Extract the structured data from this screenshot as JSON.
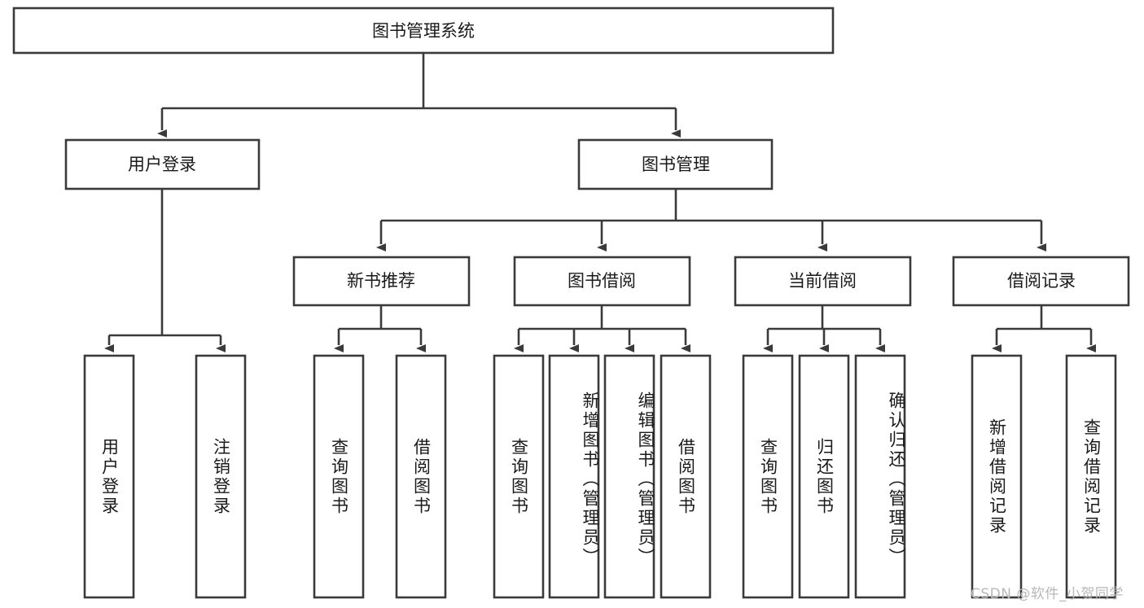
{
  "diagram": {
    "type": "tree-hierarchy",
    "title": "图书管理系统",
    "orientation": "top-down",
    "background_color": "#ffffff",
    "line_color": "#3a3a3a",
    "box_fill": "#ffffff",
    "text_color": "#1a1a1a"
  },
  "root": {
    "label": "图书管理系统",
    "id": "root"
  },
  "level1": [
    {
      "id": "user-login",
      "label": "用户登录"
    },
    {
      "id": "book-manage",
      "label": "图书管理"
    }
  ],
  "level2": [
    {
      "id": "new-book-recommend",
      "label": "新书推荐",
      "parent": "book-manage"
    },
    {
      "id": "book-borrow",
      "label": "图书借阅",
      "parent": "book-manage"
    },
    {
      "id": "current-borrow",
      "label": "当前借阅",
      "parent": "book-manage"
    },
    {
      "id": "borrow-record",
      "label": "借阅记录",
      "parent": "book-manage"
    }
  ],
  "leaves": [
    {
      "id": "leaf-user-login",
      "label": "用户登录",
      "parent": "user-login"
    },
    {
      "id": "leaf-logout",
      "label": "注销登录",
      "parent": "user-login"
    },
    {
      "id": "leaf-query-book-1",
      "label": "查询图书",
      "parent": "new-book-recommend"
    },
    {
      "id": "leaf-borrow-book-1",
      "label": "借阅图书",
      "parent": "new-book-recommend"
    },
    {
      "id": "leaf-query-book-2",
      "label": "查询图书",
      "parent": "book-borrow"
    },
    {
      "id": "leaf-add-book",
      "label": "新增图书（管理员）",
      "parent": "book-borrow"
    },
    {
      "id": "leaf-edit-book",
      "label": "编辑图书（管理员）",
      "parent": "book-borrow"
    },
    {
      "id": "leaf-borrow-book-2",
      "label": "借阅图书",
      "parent": "book-borrow"
    },
    {
      "id": "leaf-query-book-3",
      "label": "查询图书",
      "parent": "current-borrow"
    },
    {
      "id": "leaf-return-book",
      "label": "归还图书",
      "parent": "current-borrow"
    },
    {
      "id": "leaf-confirm-return",
      "label": "确认归还（管理员）",
      "parent": "current-borrow"
    },
    {
      "id": "leaf-add-record",
      "label": "新增借阅记录",
      "parent": "borrow-record"
    },
    {
      "id": "leaf-query-record",
      "label": "查询借阅记录",
      "parent": "borrow-record"
    }
  ],
  "watermark": {
    "text": "CSDN @软件_小贺同学"
  }
}
